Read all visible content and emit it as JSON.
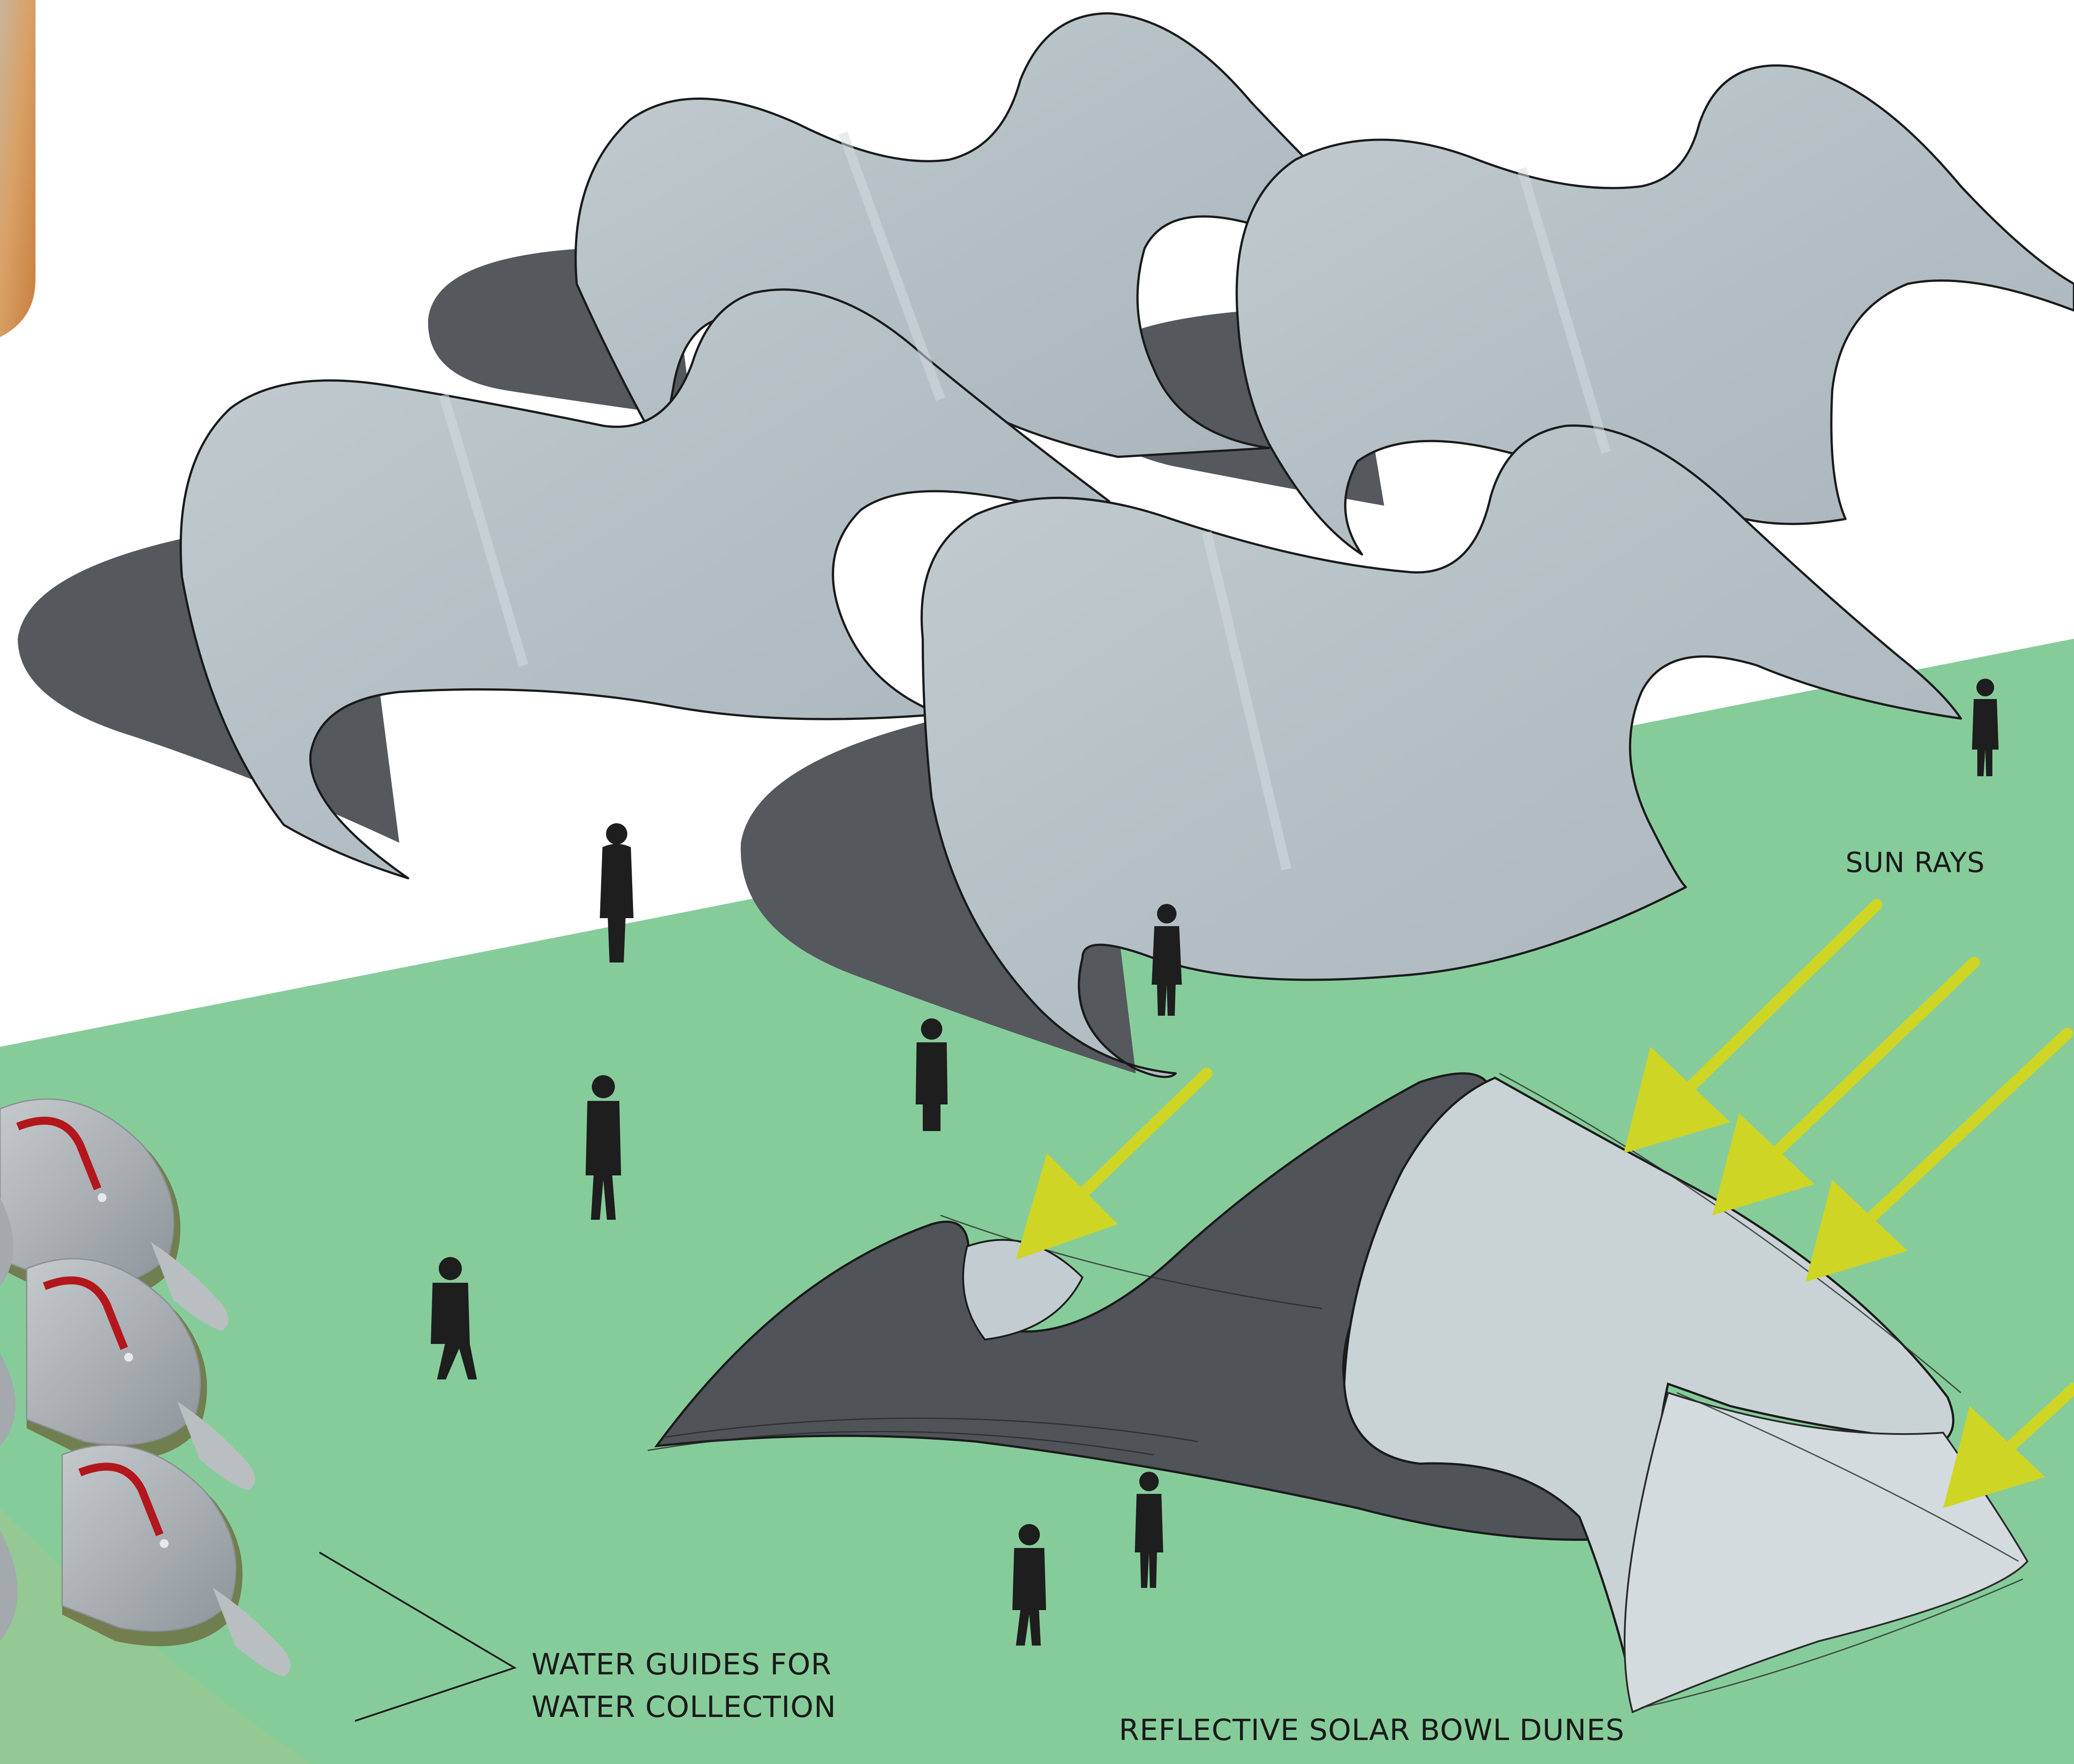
{
  "labels": {
    "sun_rays": "SUN RAYS",
    "water_guides_line1": "WATER GUIDES FOR",
    "water_guides_line2": "WATER COLLECTION",
    "reflective_dunes": "REFLECTIVE SOLAR BOWL DUNES"
  },
  "colors": {
    "sky": "#ffffff",
    "ground": "#86cc9a",
    "canopy": "#b7c3c7",
    "shadow": "#54575b",
    "dune_light": "#c6d1d4",
    "dune_dark": "#505459",
    "sun_ray": "#cfd524",
    "silhouette": "#1e1e1e",
    "collector": "#a9afb3",
    "collector_accent": "#b3161c",
    "desert_photo": "#d49a5c"
  },
  "icons": [
    "person-silhouette-icon",
    "sun-ray-arrow-icon"
  ]
}
